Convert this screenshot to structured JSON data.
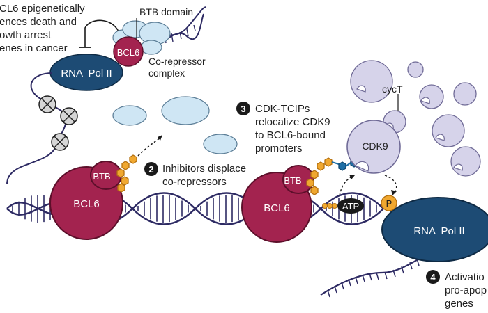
{
  "figure": {
    "intro_lines": [
      "CL6 epigenetically",
      "ences death and",
      "owth arrest",
      "enes in cancer"
    ],
    "labels": {
      "btb_domain": "BTB domain",
      "co_repressor_lines": [
        "Co-repressor",
        "complex"
      ],
      "rna_pol_ii": "RNA  Pol II",
      "bcl6": "BCL6",
      "btb": "BTB",
      "cdk9": "CDK9",
      "cyct": "cycT",
      "atp": "ATP",
      "phosphate": "P"
    },
    "steps": [
      {
        "number": "2",
        "lines": [
          "Inhibitors displace",
          "co-repressors"
        ]
      },
      {
        "number": "3",
        "lines": [
          "CDK-TCIPs",
          "relocalize CDK9",
          "to BCL6-bound",
          "promoters"
        ]
      },
      {
        "number": "4",
        "lines": [
          "Activatio",
          "pro-apop",
          "genes"
        ]
      }
    ]
  },
  "colors": {
    "bcl6": "#a3234f",
    "rna_pol": "#1d4b74",
    "co_repressor": "#cfe6f4",
    "cdk9": "#d6d3ea",
    "dna": "#2d2a63",
    "inhibitor": "#f0a830",
    "tcip_link": "#1f6fa6",
    "step_badge": "#1a1a1a"
  }
}
